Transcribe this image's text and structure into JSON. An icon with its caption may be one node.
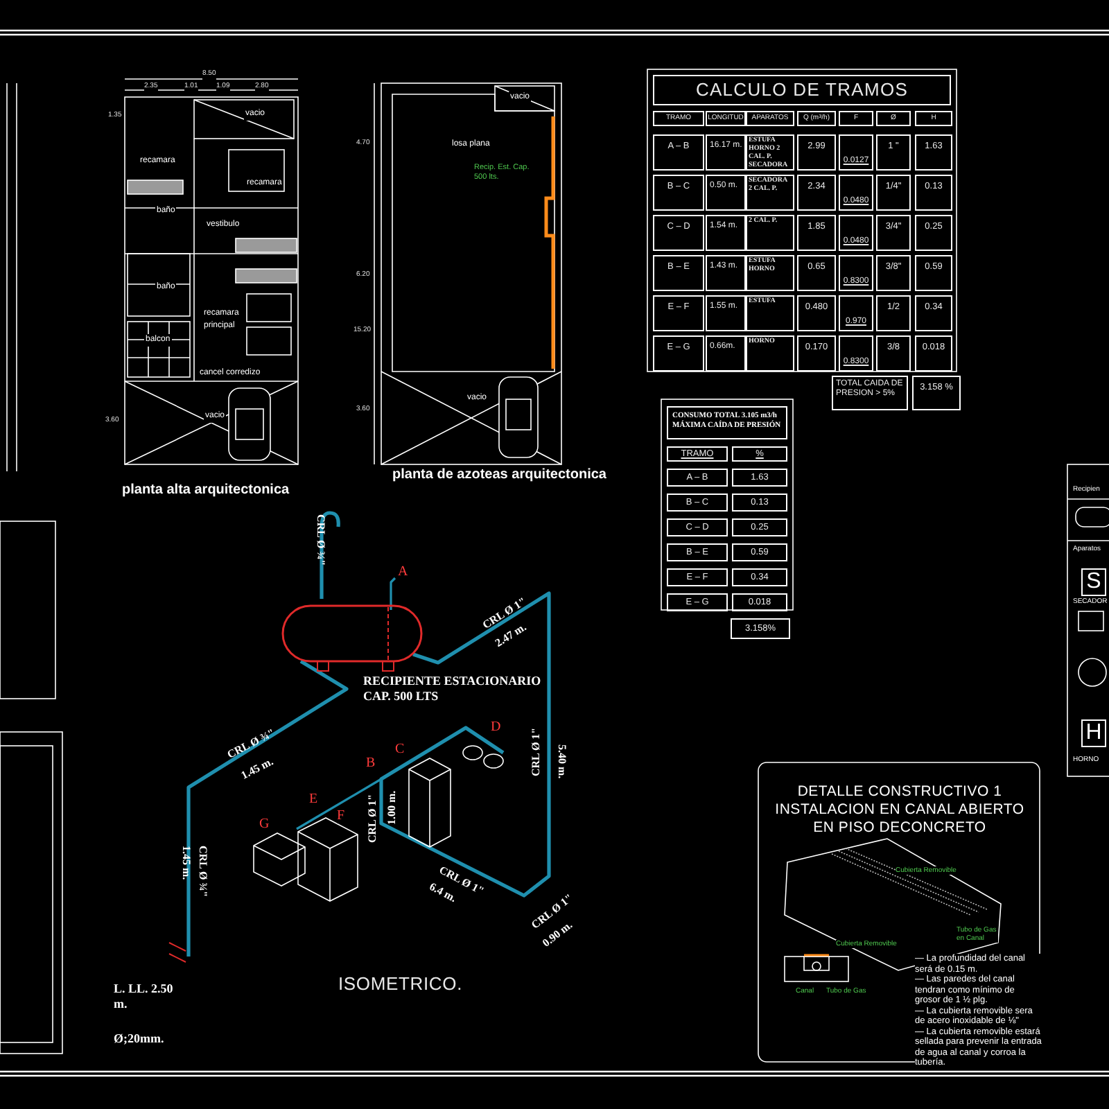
{
  "diagram": {
    "labels": [
      "8.50",
      "2.35",
      "1.01",
      "1.09",
      "2.80",
      "1.35",
      "3.60",
      "vacio",
      "recamara",
      "recamara",
      "baño",
      "vestibulo",
      "baño",
      "recamara principal",
      "balcon",
      "cancel corredizo",
      "vacio",
      "planta alta arquitectonica",
      "vacio",
      "losa plana",
      "Recip. Est. Cap. 500 lts.",
      "4.70",
      "6.20",
      "15.20",
      "3.60",
      "vacio",
      "planta de azoteas arquitectonica",
      "CALCULO DE TRAMOS",
      "TRAMO",
      "LONGITUD",
      "APARATOS",
      "Q (m$^{3}$/h)",
      "F",
      "Ø",
      "H",
      "A – B",
      "16.17 m.",
      "ESTUFA HORNO 2 CAL. P. SECADORA",
      "2.99",
      "0.0127",
      "1 \"",
      "1.63",
      "B – C",
      "0.50 m.",
      "SECADORA 2 CAL. P.",
      "2.34",
      "0.0480",
      "1/4\"",
      "0.13",
      "C – D",
      "1.54 m.",
      "2 CAL. P.",
      "1.85",
      "0.0480",
      "3/4\"",
      "0.25",
      "B – E",
      "1.43 m.",
      "ESTUFA HORNO",
      "0.65",
      "0.8300",
      "3/8\"",
      "0.59",
      "E – F",
      "1.55 m.",
      "ESTUFA",
      "0.480",
      "0.970",
      "1/2",
      "0.34",
      "E – G",
      "0.66m.",
      "HORNO",
      "0.170",
      "0.8300",
      "3/8",
      "0.018",
      "TOTAL CAIDA DE PRESION > 5%",
      "3.158 %",
      "CONSUMO TOTAL 3.105 m3/h MÁXIMA CAÍDA DE PRESIÓN",
      "TRAMO",
      "%",
      "A – B",
      "1.63",
      "B – C",
      "0.13",
      "C – D",
      "0.25",
      "B – E",
      "0.59",
      "E – F",
      "0.34",
      "E – G",
      "0.018",
      "3.158%",
      "CRL Ø ¾\"",
      "A",
      "RECIPIENTE ESTACIONARIO CAP. 500 LTS",
      "CRL Ø 1\"",
      "2.47 m.",
      "CRL Ø ¾\"",
      "1.45 m.",
      "CRL Ø 1\"",
      "5.40 m.",
      "D",
      "C",
      "B",
      "E",
      "G",
      "F",
      "CRL Ø 1\"",
      "1.00 m.",
      "CRL Ø 1\"",
      "6.4 m.",
      "CRL Ø 1\"",
      "0.90 m.",
      "CRL Ø ¾\"",
      "1.45 m.",
      "L. LL. 2.50 m.",
      "Ø;20mm.",
      "ISOMETRICO.",
      "DETALLE CONSTRUCTIVO 1 INSTALACION EN CANAL ABIERTO EN PISO DECONCRETO",
      "Cubierta Removible",
      "Cubierta Removible",
      "Tubo de Gas en Canal",
      "Canal",
      "Tubo de Gas",
      "— La profundidad del canal será de 0.15 m.",
      "— Las paredes del canal tendran como mínimo de grosor de 1 ½ plg.",
      "— La cubierta removible sera de acero inoxidable de ⅛\"",
      "— La cubierta removible estará sellada para prevenir la entrada de agua al canal y corroa la tubería.",
      "Recipien",
      "Aparatos",
      "S",
      "SECADOR",
      "H",
      "HORNO"
    ]
  }
}
